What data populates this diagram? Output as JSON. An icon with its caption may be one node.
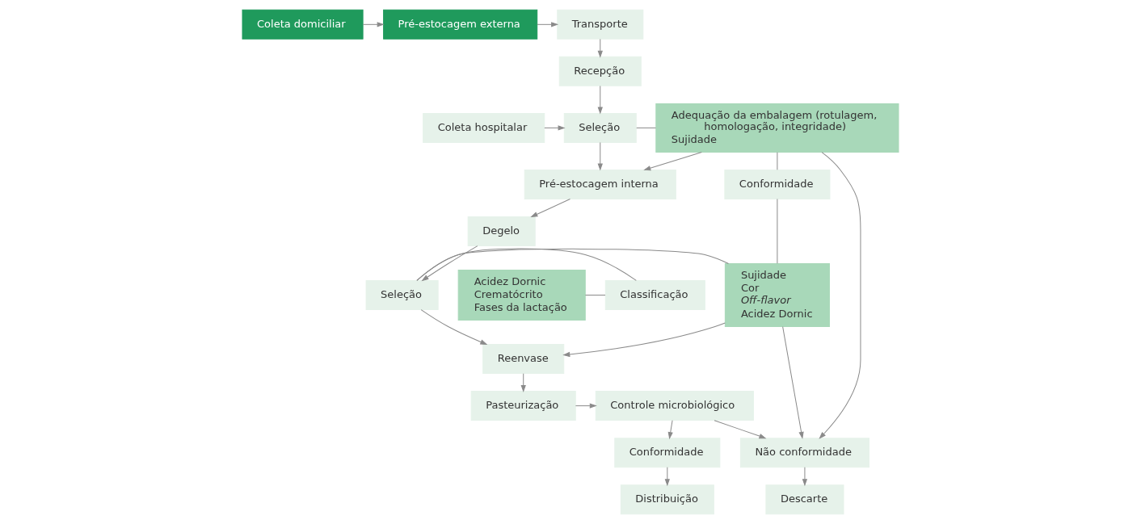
{
  "diagram": {
    "nodes": [
      {
        "text": [
          "Coleta domiciliar"
        ]
      },
      {
        "text": [
          "Pré-estocagem externa"
        ]
      },
      {
        "text": [
          "Transporte"
        ]
      },
      {
        "text": [
          "Recepção"
        ]
      },
      {
        "text": [
          "Coleta hospitalar"
        ]
      },
      {
        "text": [
          "Seleção"
        ]
      },
      {
        "text": [
          "Adequação da embalagem (rotulagem, homologação, integridade)",
          "Sujidade"
        ]
      },
      {
        "text": [
          "Pré-estocagem interna"
        ]
      },
      {
        "text": [
          "Conformidade"
        ]
      },
      {
        "text": [
          "Descarte"
        ]
      },
      {
        "text": [
          "Não conformidade"
        ]
      },
      {
        "text": [
          "Degelo"
        ]
      },
      {
        "text": [
          "Acidez Dornic",
          "Crematócrito",
          "Fases da lactação"
        ]
      },
      {
        "text": [
          "Classificação"
        ]
      },
      {
        "text": [
          "Seleção"
        ]
      },
      {
        "text": [
          "Sujidade",
          "Cor",
          "*Off-flavor*",
          "Acidez Dornic"
        ]
      },
      {
        "text": [
          "Reenvase"
        ]
      },
      {
        "text": [
          "Conformidade"
        ]
      },
      {
        "text": [
          "Controle microbiológico"
        ]
      },
      {
        "text": [
          "Pasteurização"
        ]
      },
      {
        "text": [
          "Distribuição"
        ]
      }
    ],
    "edges": [
      {
        "from": 0,
        "to": 1,
        "arrow": "to"
      },
      {
        "from": 1,
        "to": 2,
        "arrow": "to"
      },
      {
        "from": 2,
        "to": 3,
        "arrow": "to"
      },
      {
        "from": 3,
        "to": 5,
        "arrow": "to"
      },
      {
        "from": 4,
        "to": 5,
        "arrow": "to"
      },
      {
        "from": 5,
        "to": 6,
        "arrow": "none"
      },
      {
        "from": 5,
        "to": 7,
        "arrow": "to"
      },
      {
        "from": 6,
        "to": 7,
        "arrow": "to"
      },
      {
        "from": 6,
        "to": 8,
        "arrow": "none"
      },
      {
        "from": 6,
        "to": 10,
        "arrow": "to"
      },
      {
        "from": 10,
        "to": 9,
        "arrow": "to"
      },
      {
        "from": 7,
        "to": 11,
        "arrow": "to"
      },
      {
        "from": 11,
        "to": 14,
        "arrow": "to"
      },
      {
        "from": 12,
        "to": 13,
        "arrow": "none"
      },
      {
        "from": 13,
        "to": 14,
        "arrow": "none"
      },
      {
        "from": 14,
        "to": 15,
        "arrow": "none"
      },
      {
        "from": 8,
        "to": 15,
        "arrow": "none"
      },
      {
        "from": 15,
        "to": 10,
        "arrow": "to"
      },
      {
        "from": 15,
        "to": 16,
        "arrow": "to"
      },
      {
        "from": 14,
        "to": 16,
        "arrow": "to"
      },
      {
        "from": 16,
        "to": 19,
        "arrow": "to"
      },
      {
        "from": 19,
        "to": 18,
        "arrow": "to"
      },
      {
        "from": 18,
        "to": 10,
        "arrow": "to"
      },
      {
        "from": 18,
        "to": 17,
        "arrow": "to"
      },
      {
        "from": 17,
        "to": 20,
        "arrow": "to"
      }
    ]
  }
}
